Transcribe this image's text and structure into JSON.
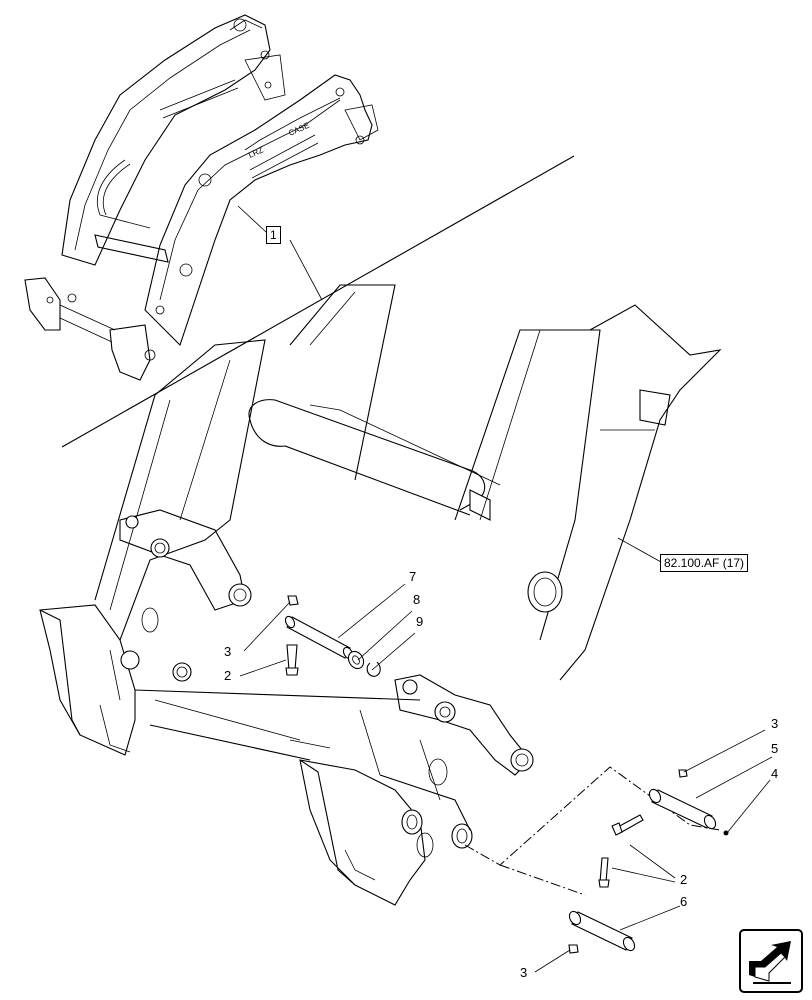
{
  "callouts": {
    "c1": "1",
    "c2a": "2",
    "c2b": "2",
    "c3a": "3",
    "c3b": "3",
    "c3c": "3",
    "c4": "4",
    "c5": "5",
    "c6": "6",
    "c7": "7",
    "c8": "8",
    "c9": "9"
  },
  "reference": "82.100.AF (17)",
  "icons": {
    "nav": "page-navigation-arrow-icon"
  }
}
